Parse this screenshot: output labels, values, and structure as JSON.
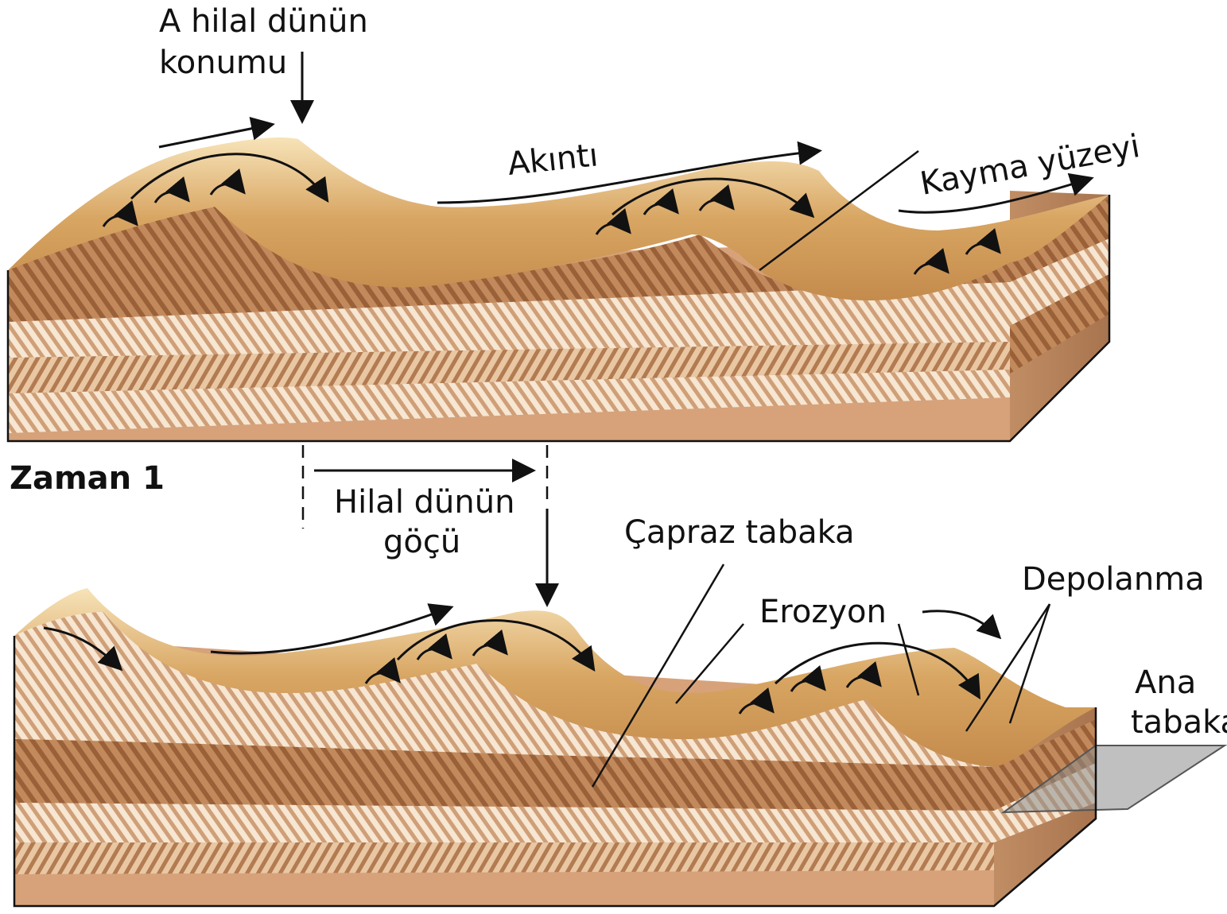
{
  "labels": {
    "crescent_position_line1": "A hilal dünün",
    "crescent_position_line2": "konumu",
    "current": "Akıntı",
    "slip_face": "Kayma yüzeyi",
    "time1": "Zaman 1",
    "migration_line1": "Hilal dünün",
    "migration_line2": "göçü",
    "cross_bedding": "Çapraz tabaka",
    "erosion": "Erozyon",
    "deposition": "Depolanma",
    "main_layer_line1": "Ana",
    "main_layer_line2": "tabaka"
  },
  "colors": {
    "sand_light": "#f3dcae",
    "sand_mid": "#d9a867",
    "sand_dark": "#b27d47",
    "strata_dark": "#a06a40",
    "strata_light": "#f1dcc4",
    "block_face": "#d7a27a",
    "plane_gray": "#8c8c8c"
  }
}
